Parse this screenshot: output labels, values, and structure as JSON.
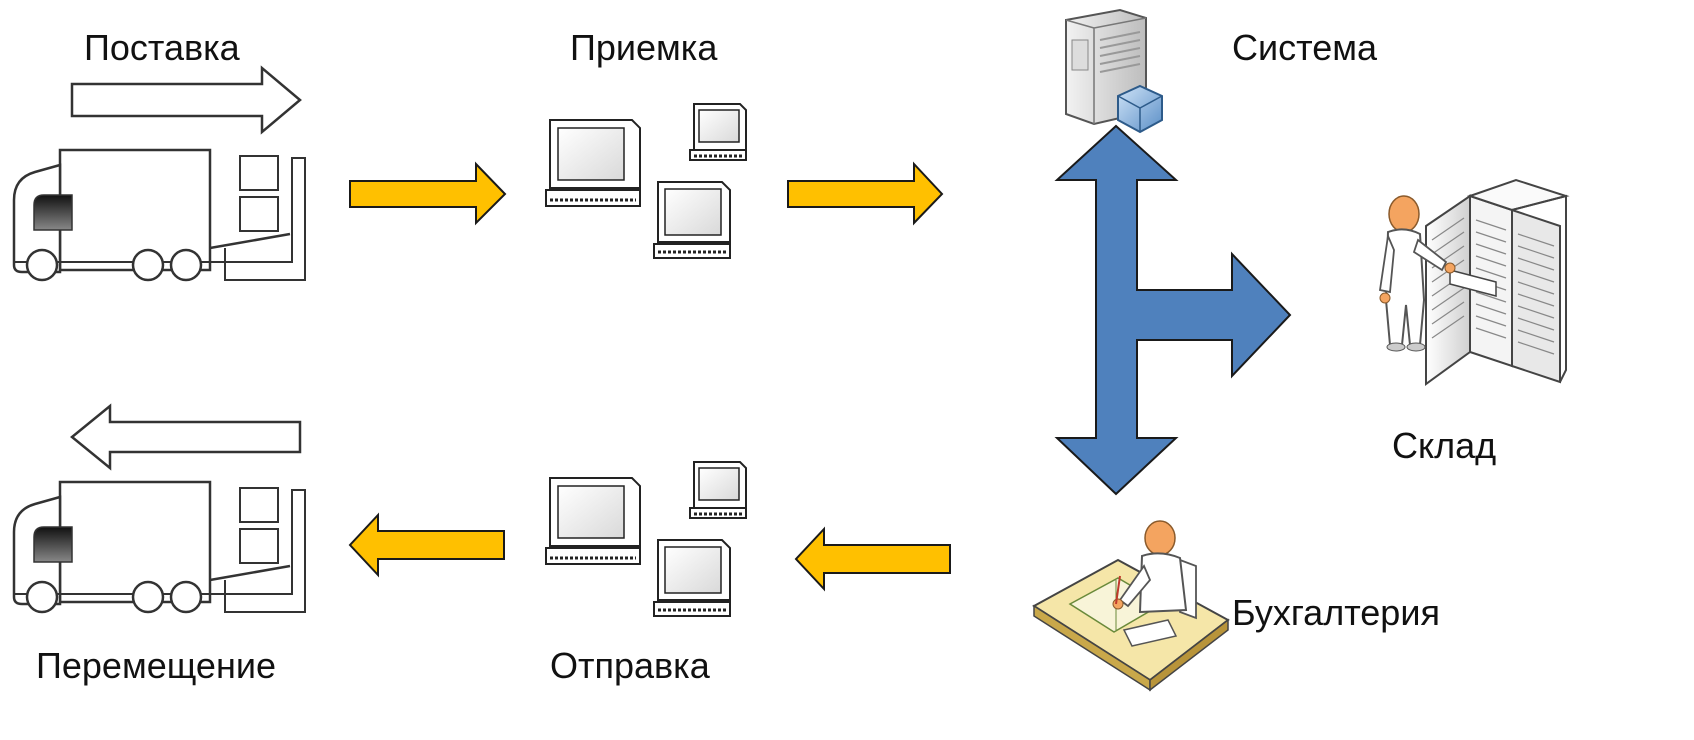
{
  "labels": {
    "supply": "Поставка",
    "receiving": "Приемка",
    "system": "Система",
    "warehouse": "Склад",
    "accounting": "Бухгалтерия",
    "shipping": "Отправка",
    "transfer": "Перемещение"
  },
  "colors": {
    "flow_arrow_fill": "#FFC000",
    "flow_arrow_stroke": "#1a1a1a",
    "hub_arrow_fill": "#4F81BD",
    "hub_arrow_stroke": "#1a1a1a",
    "icon_stroke": "#333333",
    "icon_fill": "#ffffff",
    "person_skin": "#F4A460",
    "desk_fill": "#F5E6A8"
  },
  "icons": {
    "truck_in": "delivery-truck-icon",
    "truck_out": "transfer-truck-icon",
    "computers_in": "receiving-computers-icon",
    "computers_out": "shipping-computers-icon",
    "server": "server-icon",
    "warehouse_worker": "warehouse-worker-icon",
    "accountant": "accountant-icon"
  }
}
